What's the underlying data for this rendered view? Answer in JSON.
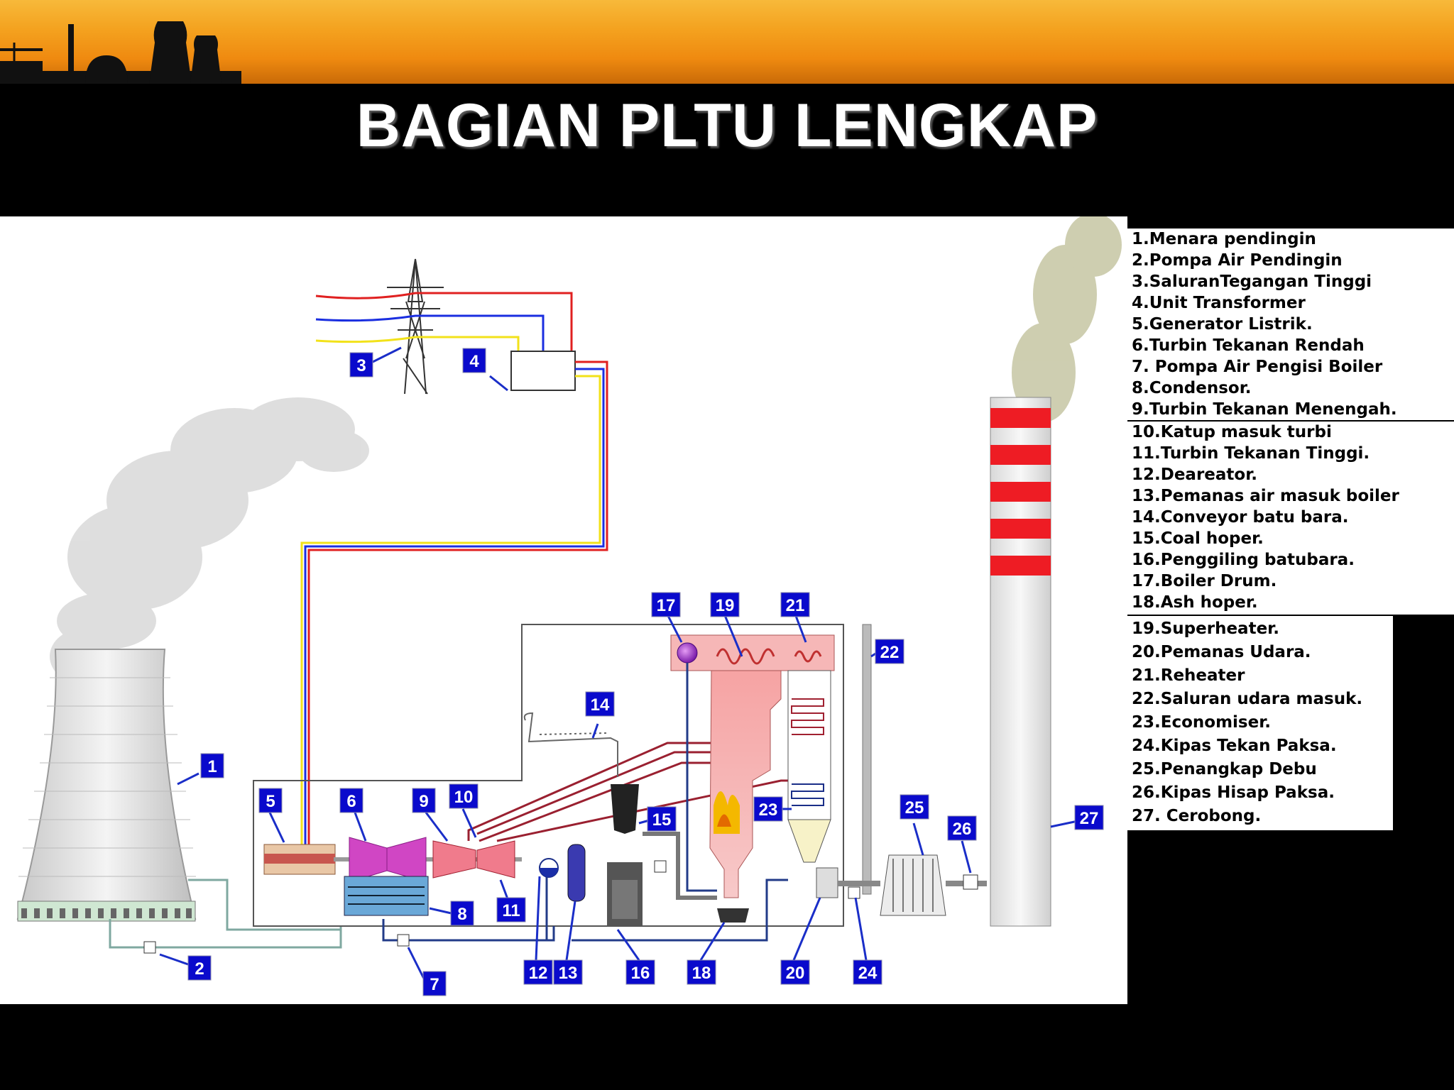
{
  "title": "BAGIAN PLTU LENGKAP",
  "component_numbers": [
    "1",
    "2",
    "3",
    "4",
    "5",
    "6",
    "7",
    "8",
    "9",
    "10",
    "11",
    "12",
    "13",
    "14",
    "15",
    "16",
    "17",
    "18",
    "19",
    "20",
    "21",
    "22",
    "23",
    "24",
    "25",
    "26",
    "27"
  ],
  "legend": [
    "1.Menara pendingin",
    "2.Pompa Air Pendingin",
    "3.SaluranTegangan Tinggi",
    "4.Unit Transformer",
    "5.Generator Listrik.",
    "6.Turbin Tekanan Rendah",
    "7. Pompa Air Pengisi Boiler",
    "8.Condensor.",
    "9.Turbin Tekanan Menengah.",
    "10.Katup masuk turbi",
    "11.Turbin Tekanan Tinggi.",
    "12.Deareator.",
    "13.Pemanas air masuk boiler",
    "14.Conveyor batu bara.",
    "15.Coal hoper.",
    "16.Penggiling batubara.",
    "17.Boiler Drum.",
    "18.Ash hoper.",
    "19.Superheater.",
    "20.Pemanas Udara.",
    "21.Reheater",
    "22.Saluran udara masuk.",
    "23.Economiser.",
    "24.Kipas Tekan Paksa.",
    "25.Penangkap Debu",
    "26.Kipas Hisap Paksa.",
    "27. Cerobong."
  ],
  "colors": {
    "banner_orange": "#f4a21f",
    "badge_blue": "#0a0acc",
    "chimney_red": "#ee1c24",
    "wire_red": "#e02020",
    "wire_blue": "#1a2ee0",
    "wire_yellow": "#f2e21a"
  }
}
